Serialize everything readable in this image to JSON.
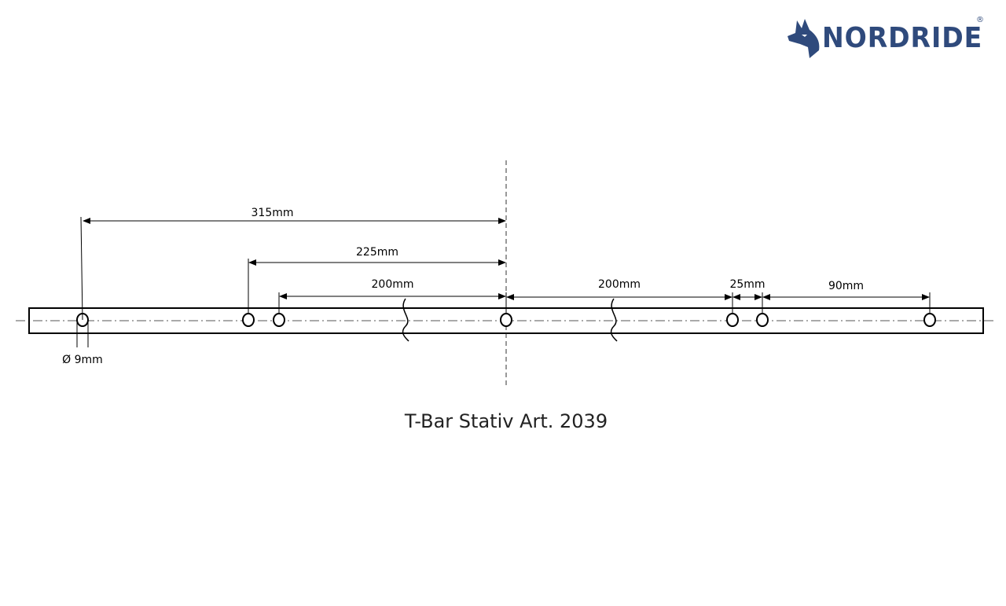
{
  "logo": {
    "text": "NORDRIDE",
    "registered": "®",
    "color": "#2f4a7c"
  },
  "title": "T-Bar Stativ Art. 2039",
  "hole_diameter_label": "Ø 9mm",
  "dimensions": [
    {
      "id": "d315",
      "label": "315mm"
    },
    {
      "id": "d225",
      "label": "225mm"
    },
    {
      "id": "d200a",
      "label": "200mm"
    },
    {
      "id": "d200b",
      "label": "200mm"
    },
    {
      "id": "d25",
      "label": "25mm"
    },
    {
      "id": "d90",
      "label": "90mm"
    }
  ],
  "hole_count": 7
}
